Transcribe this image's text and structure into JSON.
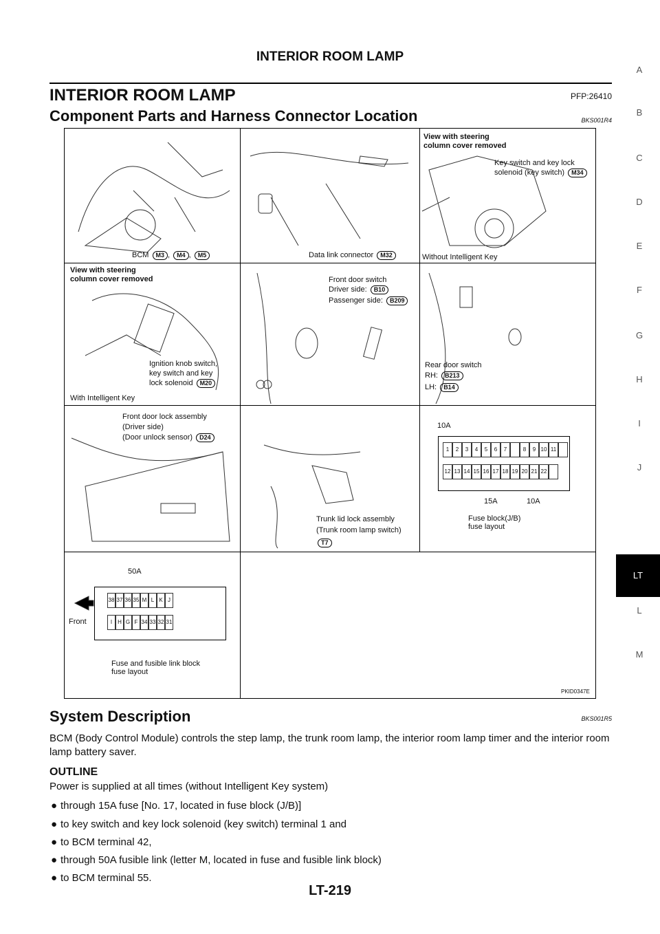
{
  "header": {
    "title": "INTERIOR ROOM LAMP"
  },
  "section": {
    "title": "INTERIOR ROOM LAMP",
    "pfp": "PFP:26410"
  },
  "component": {
    "title": "Component Parts and Harness Connector Location",
    "code": "BKS001R4"
  },
  "side_index": [
    "A",
    "B",
    "C",
    "D",
    "E",
    "F",
    "G",
    "H",
    "I",
    "J",
    "LT",
    "L",
    "M"
  ],
  "figure": {
    "p1": {
      "label": "BCM",
      "c1": "M3",
      "c2": "M4",
      "c3": "M5",
      "sep": ","
    },
    "p2": {
      "label": "Data link connector",
      "conn": "M32"
    },
    "p3": {
      "header": "View with steering\ncolumn cover removed",
      "label1": "Key switch and key lock",
      "label2": "solenoid (key switch)",
      "conn": "M34",
      "footer": "Without Intelligent Key"
    },
    "p4": {
      "header": "View with steering\ncolumn cover removed",
      "label1": "Ignition knob switch,",
      "label2": "key switch and key",
      "label3": "lock solenoid",
      "conn": "M20",
      "footer": "With Intelligent Key"
    },
    "p5": {
      "line1": "Front door switch",
      "line2": "Driver side:",
      "conn1": "B10",
      "line3": "Passenger side:",
      "conn2": "B209"
    },
    "p6": {
      "line1": "Rear door switch",
      "line2": "RH:",
      "conn1": "B213",
      "line3": "LH:",
      "conn2": "B14"
    },
    "p7": {
      "line1": "Front door lock assembly",
      "line2": "(Driver side)",
      "line3": "(Door unlock sensor)",
      "conn": "D24"
    },
    "p8": {
      "line1": "Trunk lid lock assembly",
      "line2": "(Trunk room lamp switch)",
      "conn": "T7"
    },
    "p9": {
      "top": "10A",
      "bottom1": "15A",
      "bottom2": "10A",
      "cap1": "Fuse block(J/B)",
      "cap2": "fuse layout",
      "row1": [
        "1",
        "2",
        "3",
        "4",
        "5",
        "6",
        "7",
        "",
        "8",
        "9",
        "10",
        "11",
        ""
      ],
      "row2": [
        "12",
        "13",
        "14",
        "15",
        "16",
        "17",
        "18",
        "19",
        "20",
        "21",
        "22",
        ""
      ]
    },
    "p10": {
      "top": "50A",
      "front": "Front",
      "cap1": "Fuse and fusible link block",
      "cap2": "fuse layout",
      "row1": [
        "38",
        "37",
        "36",
        "35",
        "M",
        "L",
        "K",
        "J"
      ],
      "row2": [
        "I",
        "H",
        "G",
        "F",
        "34",
        "33",
        "32",
        "31"
      ]
    },
    "fig_code": "PKID0347E"
  },
  "system": {
    "title": "System Description",
    "code": "BKS001R5",
    "text": "BCM (Body Control Module) controls the step lamp, the trunk room lamp, the interior room lamp timer and the interior room lamp battery saver."
  },
  "outline": {
    "title": "OUTLINE",
    "intro": "Power is supplied at all times (without Intelligent Key system)",
    "bullets": [
      "through 15A fuse [No. 17, located in fuse block (J/B)]",
      "to key switch and key lock solenoid (key switch) terminal 1 and",
      "to BCM terminal 42,",
      "through 50A fusible link (letter M, located in fuse and fusible link block)",
      "to BCM terminal 55."
    ]
  },
  "footer": {
    "page": "LT-219"
  }
}
